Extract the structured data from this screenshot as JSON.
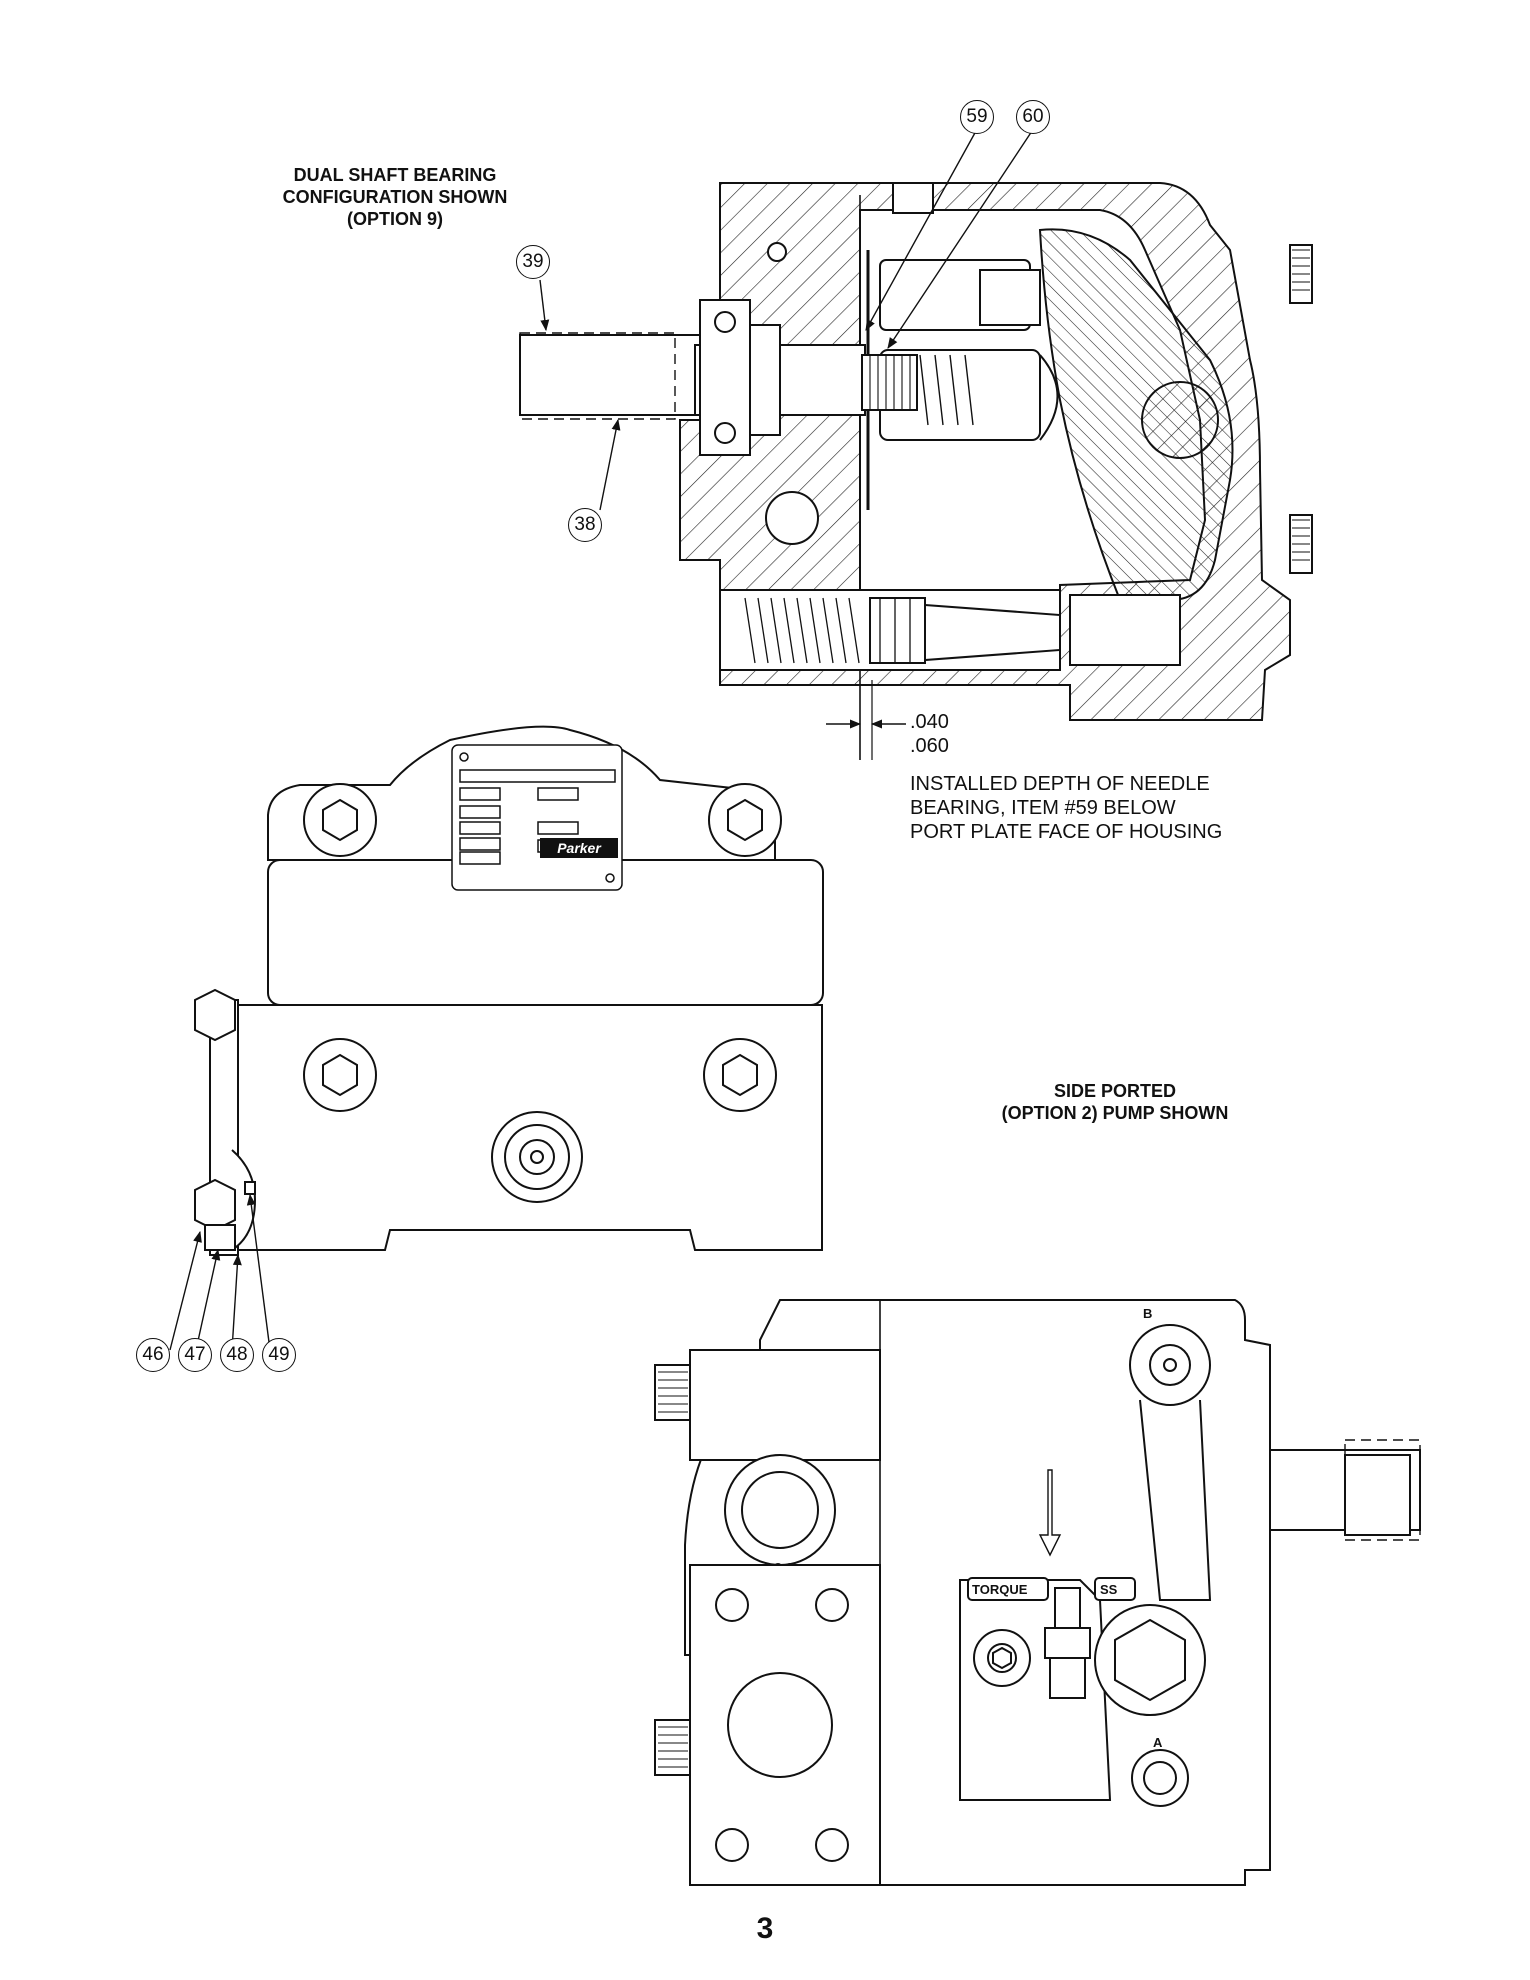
{
  "captions": {
    "dual_shaft": [
      "DUAL SHAFT BEARING",
      "CONFIGURATION SHOWN",
      "(OPTION 9)"
    ],
    "side_ported": [
      "SIDE PORTED",
      "(OPTION 2) PUMP SHOWN"
    ],
    "installed_depth": [
      "INSTALLED DEPTH OF NEEDLE",
      "BEARING, ITEM #59 BELOW",
      "PORT PLATE FACE OF HOUSING"
    ]
  },
  "dimensions": {
    "min": ".040",
    "max": ".060"
  },
  "callouts": {
    "c59": "59",
    "c60": "60",
    "c39": "39",
    "c38": "38",
    "c46": "46",
    "c47": "47",
    "c48": "48",
    "c49": "49"
  },
  "port_labels": {
    "b": "B",
    "a": "A",
    "torque": "TORQUE",
    "pressure": "SS"
  },
  "nameplate_logo": "Parker",
  "page_number": "3"
}
